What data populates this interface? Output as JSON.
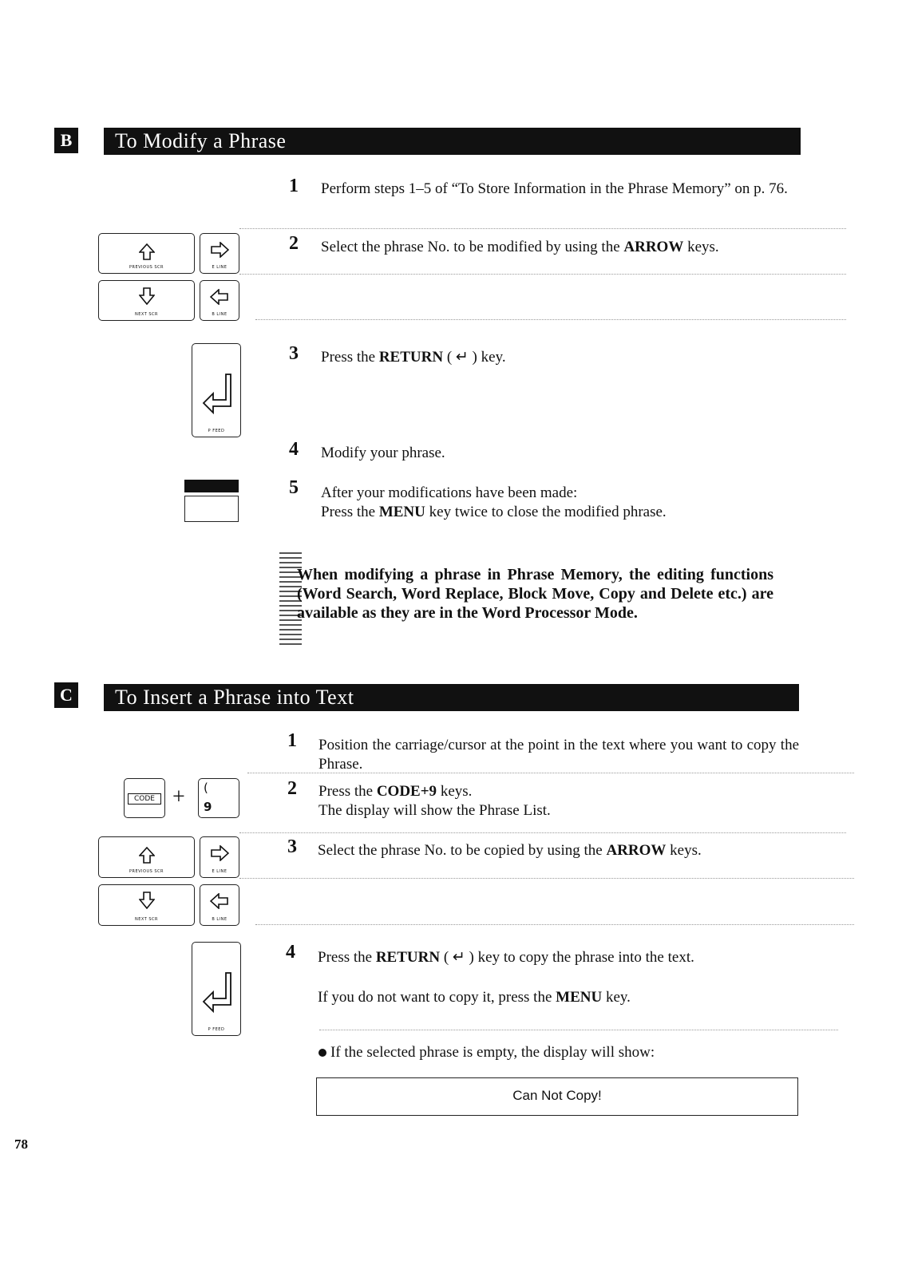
{
  "section_b": {
    "letter": "B",
    "title": "To Modify a Phrase",
    "steps": [
      {
        "num": "1",
        "text": "Perform steps 1–5 of “To Store Information in the Phrase Memory” on p. 76."
      },
      {
        "num": "2",
        "text_pre": "Select the phrase No. to be modified by using the ",
        "bold": "ARROW",
        "text_post": " keys."
      },
      {
        "num": "3",
        "text_pre": "Press the ",
        "bold": "RETURN",
        "text_post": " ( ↵ ) key."
      },
      {
        "num": "4",
        "text": "Modify your phrase."
      },
      {
        "num": "5",
        "line1": "After your modifications have been made:",
        "line2_pre": "Press the ",
        "line2_bold": "MENU",
        "line2_post": " key twice to close the modified phrase."
      }
    ],
    "note": "When modifying a phrase in Phrase Memory, the editing functions (Word Search, Word Replace, Block Move, Copy and Delete etc.) are available as they are in the Word Processor Mode."
  },
  "section_c": {
    "letter": "C",
    "title": "To Insert a Phrase into Text",
    "steps": [
      {
        "num": "1",
        "text": "Position the carriage/cursor at the point in the text where you want to copy the Phrase."
      },
      {
        "num": "2",
        "line1_pre": "Press the ",
        "line1_bold": "CODE+9",
        "line1_post": " keys.",
        "line2": "The display will show the Phrase List."
      },
      {
        "num": "3",
        "text_pre": "Select the phrase No. to be copied by using the ",
        "bold": "ARROW",
        "text_post": " keys."
      },
      {
        "num": "4",
        "line1_pre": "Press the ",
        "line1_bold": "RETURN",
        "line1_post": " ( ↵ ) key to copy the phrase into the text.",
        "line2_pre": "If you do not want to copy it, press the ",
        "line2_bold": "MENU",
        "line2_post": " key.",
        "bullet": "If the selected phrase is empty, the display will show:",
        "message": "Can Not Copy!"
      }
    ]
  },
  "keys": {
    "previous_scr": "PREVIOUS SCR",
    "next_scr": "NEXT SCR",
    "e_line": "E LINE",
    "b_line": "B LINE",
    "p_feed": "P FEED",
    "code": "CODE",
    "nine": "9",
    "nine_shift": "(",
    "plus": "+"
  },
  "page_number": "78"
}
